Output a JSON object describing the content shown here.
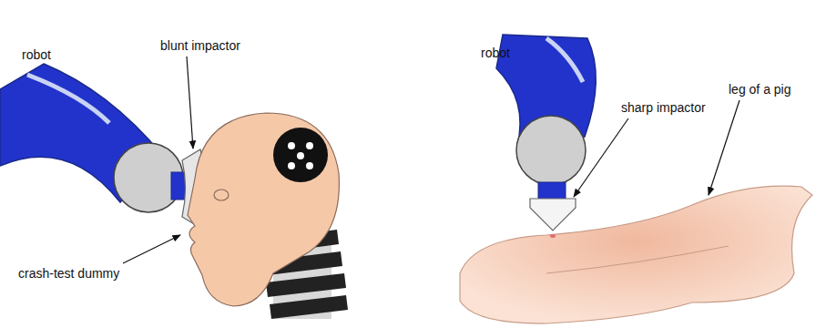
{
  "diagram": {
    "labels": [
      "robot",
      "blunt impactor",
      "crash-test dummy",
      "robot",
      "sharp impactor",
      "leg of a pig"
    ]
  }
}
